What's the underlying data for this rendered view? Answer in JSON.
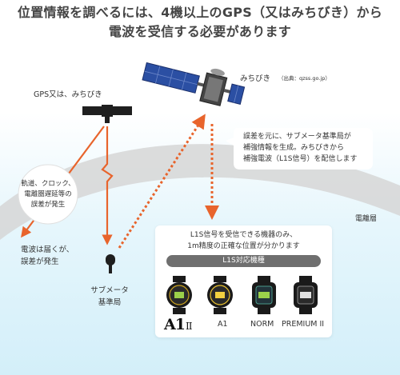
{
  "title": {
    "line1": "位置情報を調べるには、4機以上のGPS（又はみちびき）から",
    "line2": "電波を受信する必要があります"
  },
  "labels": {
    "gps": "GPS又は、みちびき",
    "michibiki": "みちびき",
    "michibiki_source": "（出典：qzss.go.jp）",
    "ionosphere": "電離層",
    "error_bubble": [
      "軌道、クロック、",
      "電離圏遅延等の",
      "誤差が発生"
    ],
    "radio_error": [
      "電波は届くが、",
      "誤差が発生"
    ],
    "sub_meter_station": [
      "サブメータ",
      "基準局"
    ],
    "station_callout": [
      "誤差を元に、サブメータ基準局が",
      "補強情報を生成。みちびきから",
      "補強電波（L1S信号）を配信します"
    ]
  },
  "infobox": {
    "line1": "L1S信号を受信できる機器のみ、",
    "line2": "1m精度の正確な位置が分かります",
    "pill": "L1S対応機種",
    "models": [
      {
        "name": "A1",
        "sub": "II",
        "screen": "#2a2a2a"
      },
      {
        "name": "A1",
        "screen": "#2a2a2a"
      },
      {
        "name": "NORM",
        "screen": "#22333a"
      },
      {
        "name": "PREMIUM II",
        "screen": "#2a2a2a"
      }
    ]
  },
  "colors": {
    "signal": "#e8642c",
    "ionosphere_band": "#d6d6d6",
    "solar_panel": "#2b4fa3"
  }
}
